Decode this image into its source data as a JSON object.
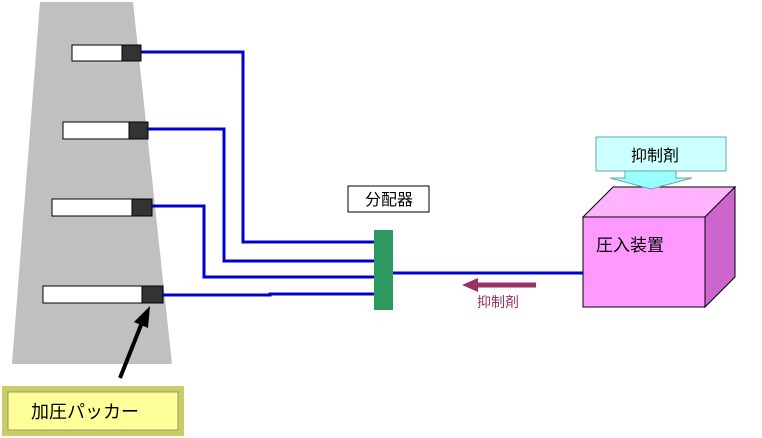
{
  "labels": {
    "distributor": "分配器",
    "inhibitor_top": "抑制剤",
    "injector": "圧入装置",
    "inhibitor_flow": "抑制剤",
    "packer": "加圧パッカー"
  },
  "colors": {
    "well": "#c0c0c0",
    "pipe": "#0000cc",
    "packer_body": "#ffffff",
    "packer_cap": "#333333",
    "distributor": "#2e9960",
    "injector_front": "#ff99ff",
    "injector_top": "#ffb3ff",
    "injector_side": "#cc66cc",
    "inhibitor_box": "#ccffff",
    "inhibitor_arrow": "#99ffff",
    "flow_arrow": "#993366",
    "packer_label_bg": "#ffff99",
    "packer_label_border": "#cccc66"
  },
  "icons": {
    "flow_arrow": "left-arrow-icon",
    "inhibitor_arrow": "down-arrow-icon",
    "packer_pointer": "up-right-arrow-icon"
  }
}
